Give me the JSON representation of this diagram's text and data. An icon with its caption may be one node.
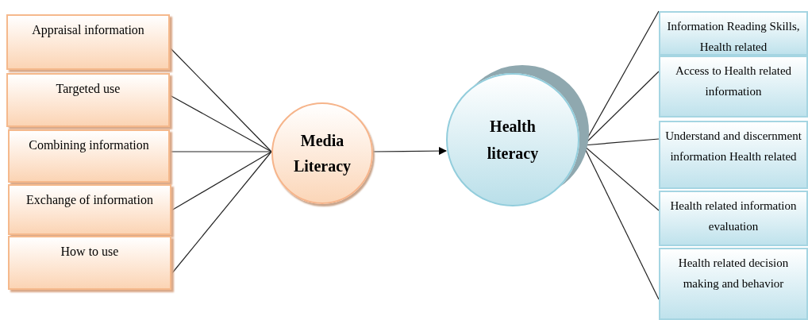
{
  "diagram": {
    "nodes": [
      {
        "text": [
          "Appraisal information"
        ]
      },
      {
        "text": [
          "Targeted use"
        ]
      },
      {
        "text": [
          "Combining information"
        ]
      },
      {
        "text": [
          "Exchange of information"
        ]
      },
      {
        "text": [
          "How to use"
        ]
      },
      {
        "text": [
          "Media Literacy"
        ]
      },
      {
        "text": [
          "Health literacy"
        ]
      },
      {
        "text": [
          "Information Reading Skills, Health related"
        ]
      },
      {
        "text": [
          "Access to Health related information"
        ]
      },
      {
        "text": [
          "Understand and discernment information Health related"
        ]
      },
      {
        "text": [
          "Health related information evaluation"
        ]
      },
      {
        "text": [
          "Health related decision making and behavior"
        ]
      }
    ],
    "edges": [
      {
        "from": 0,
        "to": 5,
        "arrow": "none"
      },
      {
        "from": 1,
        "to": 5,
        "arrow": "none"
      },
      {
        "from": 2,
        "to": 5,
        "arrow": "none"
      },
      {
        "from": 3,
        "to": 5,
        "arrow": "none"
      },
      {
        "from": 4,
        "to": 5,
        "arrow": "none"
      },
      {
        "from": 5,
        "to": 6,
        "arrow": "to"
      },
      {
        "from": 6,
        "to": 7,
        "arrow": "none"
      },
      {
        "from": 6,
        "to": 8,
        "arrow": "none"
      },
      {
        "from": 6,
        "to": 9,
        "arrow": "none"
      },
      {
        "from": 6,
        "to": 10,
        "arrow": "none"
      },
      {
        "from": 6,
        "to": 11,
        "arrow": "none"
      }
    ]
  }
}
